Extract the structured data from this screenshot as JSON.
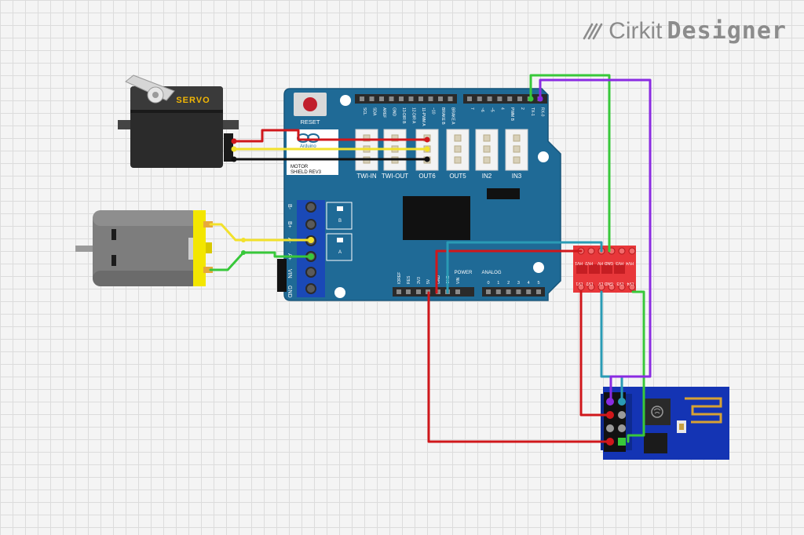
{
  "brand": {
    "name_light": "Cirkit",
    "name_bold": "Designer"
  },
  "servo": {
    "label": "SERVO"
  },
  "shield": {
    "reset_label": "RESET",
    "logo_text": "Arduino",
    "model_line1": "MOTOR",
    "model_line2": "SHIELD REV3",
    "top_header_labels": [
      "SCL",
      "SDA",
      "AREF",
      "GND",
      "13-DIR B",
      "12-DIR A",
      "11-PWM A",
      "~10",
      "BRAKE B",
      "BRAKE A",
      "7",
      "~6",
      "~5",
      "4",
      "PWM B",
      "2",
      "TX-1",
      "RX-0"
    ],
    "connectors": [
      "TWI-IN",
      "TWI-OUT",
      "OUT6",
      "OUT5",
      "IN2",
      "IN3"
    ],
    "terminal_labels": [
      "B-",
      "B+",
      "A-",
      "A+",
      "VIN",
      "GND"
    ],
    "channel_b": "B",
    "channel_a": "A",
    "power_title": "POWER",
    "analog_title": "ANALOG",
    "power_pins": [
      "IOREF",
      "RES",
      "3V3",
      "5V",
      "GND",
      "GND",
      "VIN"
    ],
    "analog_pins": [
      "0",
      "1",
      "2",
      "3",
      "4",
      "5"
    ]
  },
  "level_shifter": {
    "top_pins": [
      "HV1",
      "HV2",
      "HV",
      "GND",
      "HV3",
      "HV4"
    ],
    "bottom_pins": [
      "LV1",
      "LV2",
      "LV",
      "GND",
      "LV3",
      "LV4"
    ]
  },
  "colors": {
    "board": "#1f6a96",
    "wire_red": "#d0171b",
    "wire_green": "#38c83a",
    "wire_purple": "#8a2be2",
    "wire_teal": "#2a9bb5",
    "wire_yellow": "#f2e12b",
    "wire_black": "#111111",
    "esp_board": "#1434b4",
    "shifter": "#e8373a"
  }
}
